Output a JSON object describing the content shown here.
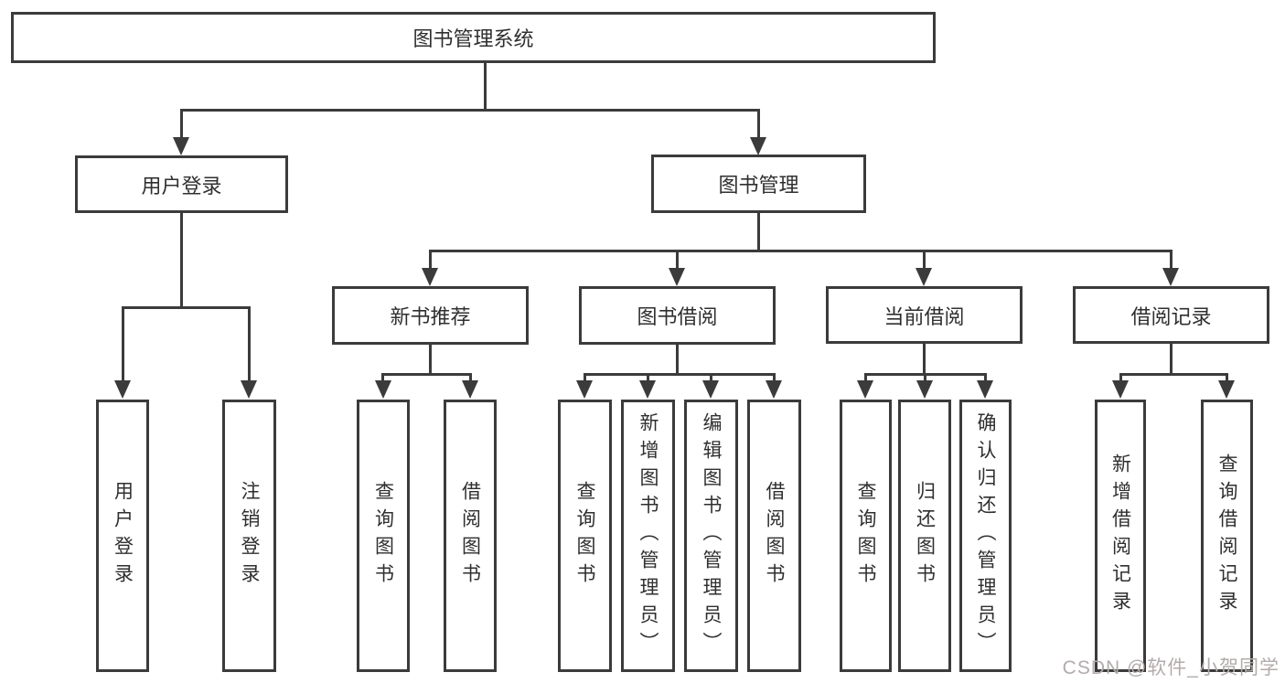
{
  "diagram": {
    "title": "图书管理系统",
    "root": {
      "label": "图书管理系统"
    },
    "level2": [
      {
        "id": "user-login",
        "label": "用户登录"
      },
      {
        "id": "book-management",
        "label": "图书管理"
      }
    ],
    "level3": [
      {
        "id": "new-book-recommend",
        "label": "新书推荐"
      },
      {
        "id": "book-borrow",
        "label": "图书借阅"
      },
      {
        "id": "current-borrow",
        "label": "当前借阅"
      },
      {
        "id": "borrow-records",
        "label": "借阅记录"
      }
    ],
    "leaves": {
      "user_login": [
        "用户登录",
        "注销登录"
      ],
      "new_book": [
        "查询图书",
        "借阅图书"
      ],
      "book_borrow": [
        "查询图书",
        "新增图书（管理员）",
        "编辑图书（管理员）",
        "借阅图书"
      ],
      "current_borrow": [
        "查询图书",
        "归还图书",
        "确认归还（管理员）"
      ],
      "borrow_records": [
        "新增借阅记录",
        "查询借阅记录"
      ]
    },
    "colors": {
      "line": "#3b3b3b",
      "text": "#2f2f2f",
      "watermark": "#b3abab"
    },
    "watermark": "CSDN @软件_小贺同学"
  }
}
